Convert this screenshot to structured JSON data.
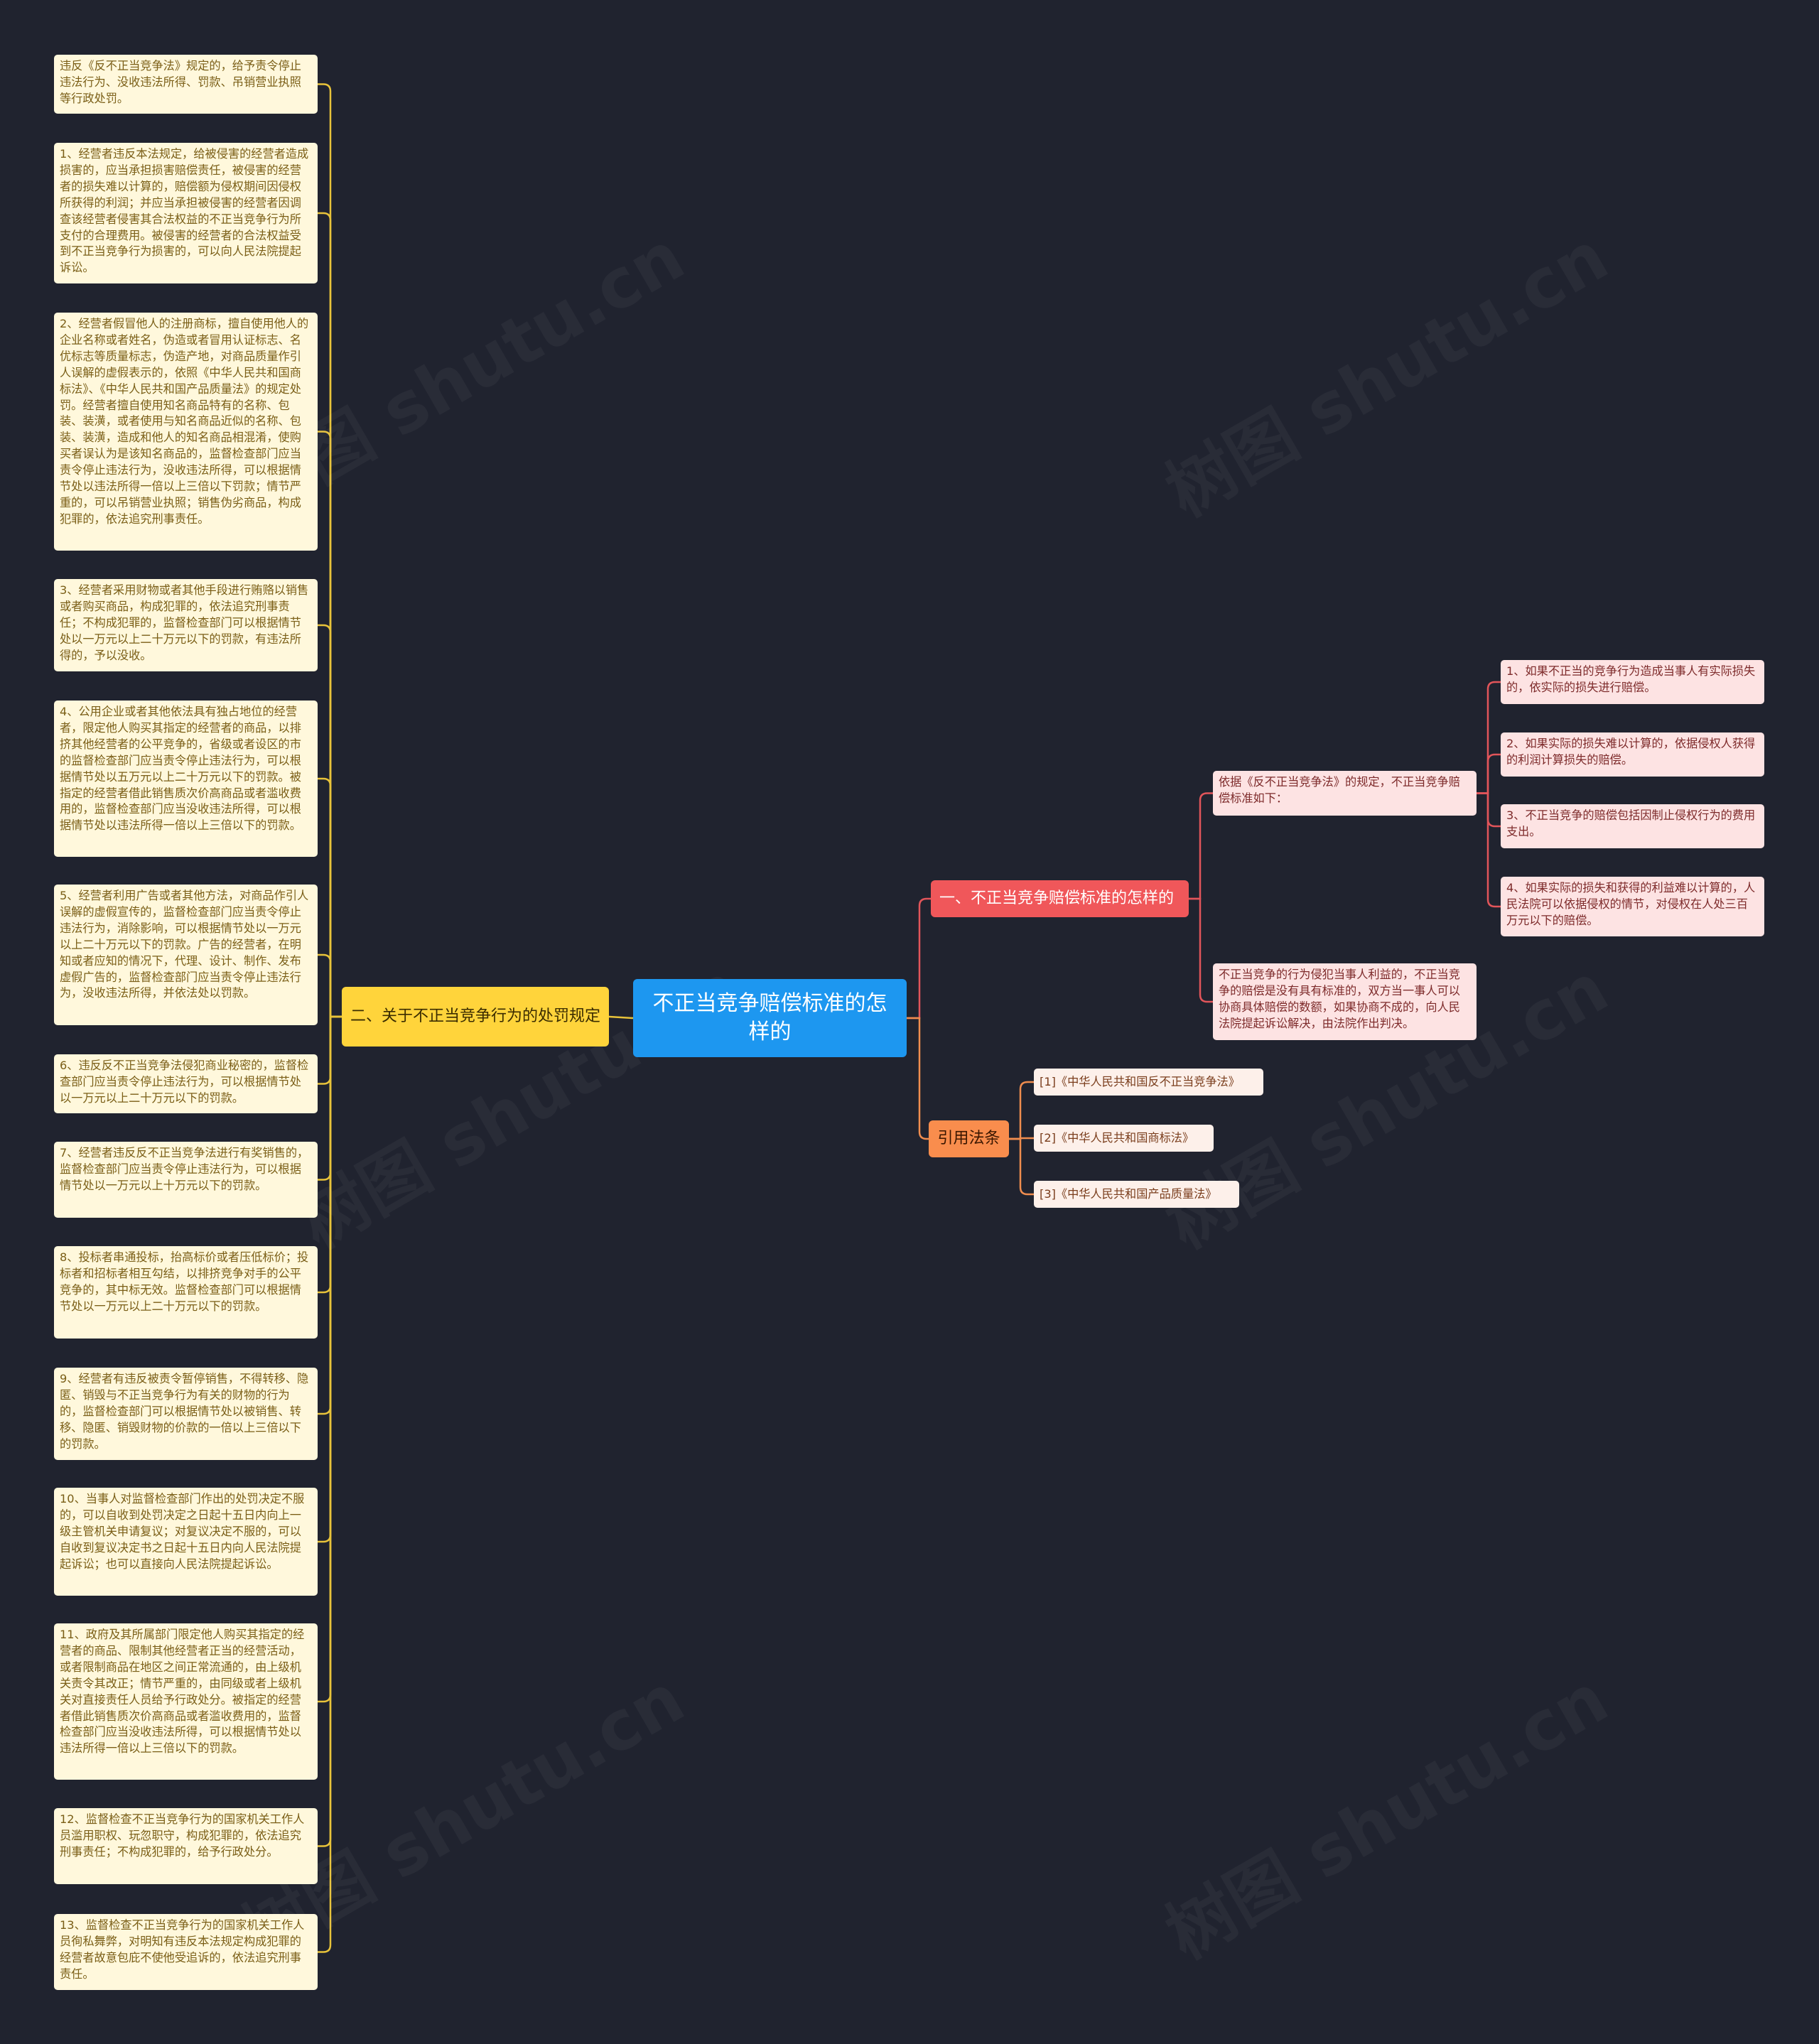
{
  "watermark": "树图 shutu.cn",
  "colors": {
    "background": "#20232f",
    "root": "#1d97f0",
    "branch_left": "#ffd43b",
    "branch_red": "#f0575a",
    "branch_orange": "#f98d4d",
    "leaf_yellow": "#fff8dc",
    "leaf_pink": "#fde3e3",
    "leaf_peach": "#fdf0ea",
    "line_yellow": "#e8c33a",
    "line_red": "#e2555a",
    "line_orange": "#f08d4f"
  },
  "root": {
    "label": "不正当竞争赔偿标准的怎样的"
  },
  "left_branch": {
    "label": "二、关于不正当竞争行为的处罚规定",
    "items": [
      "违反《反不正当竞争法》规定的，给予责令停止违法行为、没收违法所得、罚款、吊销营业执照等行政处罚。",
      "1、经营者违反本法规定，给被侵害的经营者造成损害的，应当承担损害赔偿责任，被侵害的经营者的损失难以计算的，赔偿额为侵权期间因侵权所获得的利润；并应当承担被侵害的经营者因调查该经营者侵害其合法权益的不正当竞争行为所支付的合理费用。被侵害的经营者的合法权益受到不正当竞争行为损害的，可以向人民法院提起诉讼。",
      "2、经营者假冒他人的注册商标，擅自使用他人的企业名称或者姓名，伪造或者冒用认证标志、名优标志等质量标志，伪造产地，对商品质量作引人误解的虚假表示的，依照《中华人民共和国商标法》、《中华人民共和国产品质量法》的规定处罚。经营者擅自使用知名商品特有的名称、包装、装潢，或者使用与知名商品近似的名称、包装、装潢，造成和他人的知名商品相混淆，使购买者误认为是该知名商品的，监督检查部门应当责令停止违法行为，没收违法所得，可以根据情节处以违法所得一倍以上三倍以下罚款；情节严重的，可以吊销营业执照；销售伪劣商品，构成犯罪的，依法追究刑事责任。",
      "3、经营者采用财物或者其他手段进行贿赂以销售或者购买商品，构成犯罪的，依法追究刑事责任；不构成犯罪的，监督检查部门可以根据情节处以一万元以上二十万元以下的罚款，有违法所得的，予以没收。",
      "4、公用企业或者其他依法具有独占地位的经营者，限定他人购买其指定的经营者的商品，以排挤其他经营者的公平竞争的，省级或者设区的市的监督检查部门应当责令停止违法行为，可以根据情节处以五万元以上二十万元以下的罚款。被指定的经营者借此销售质次价高商品或者滥收费用的，监督检查部门应当没收违法所得，可以根据情节处以违法所得一倍以上三倍以下的罚款。",
      "5、经营者利用广告或者其他方法，对商品作引人误解的虚假宣传的，监督检查部门应当责令停止违法行为，消除影响，可以根据情节处以一万元以上二十万元以下的罚款。广告的经营者，在明知或者应知的情况下，代理、设计、制作、发布虚假广告的，监督检查部门应当责令停止违法行为，没收违法所得，并依法处以罚款。",
      "6、违反反不正当竞争法侵犯商业秘密的，监督检查部门应当责令停止违法行为，可以根据情节处以一万元以上二十万元以下的罚款。",
      "7、经营者违反反不正当竞争法进行有奖销售的，监督检查部门应当责令停止违法行为，可以根据情节处以一万元以上十万元以下的罚款。",
      "8、投标者串通投标，抬高标价或者压低标价；投标者和招标者相互勾结，以排挤竞争对手的公平竞争的，其中标无效。监督检查部门可以根据情节处以一万元以上二十万元以下的罚款。",
      "9、经营者有违反被责令暂停销售，不得转移、隐匿、销毁与不正当竞争行为有关的财物的行为的，监督检查部门可以根据情节处以被销售、转移、隐匿、销毁财物的价款的一倍以上三倍以下的罚款。",
      "10、当事人对监督检查部门作出的处罚决定不服的，可以自收到处罚决定之日起十五日内向上一级主管机关申请复议；对复议决定不服的，可以自收到复议决定书之日起十五日内向人民法院提起诉讼；也可以直接向人民法院提起诉讼。",
      "11、政府及其所属部门限定他人购买其指定的经营者的商品、限制其他经营者正当的经营活动，或者限制商品在地区之间正常流通的，由上级机关责令其改正；情节严重的，由同级或者上级机关对直接责任人员给予行政处分。被指定的经营者借此销售质次价高商品或者滥收费用的，监督检查部门应当没收违法所得，可以根据情节处以违法所得一倍以上三倍以下的罚款。",
      "12、监督检查不正当竞争行为的国家机关工作人员滥用职权、玩忽职守，构成犯罪的，依法追究刑事责任；不构成犯罪的，给予行政处分。",
      "13、监督检查不正当竞争行为的国家机关工作人员徇私舞弊，对明知有违反本法规定构成犯罪的经营者故意包庇不使他受追诉的，依法追究刑事责任。"
    ]
  },
  "right_branch_1": {
    "label": "一、不正当竞争赔偿标准的怎样的",
    "sub_a": {
      "label": "依据《反不正当竞争法》的规定，不正当竞争赔偿标准如下：",
      "items": [
        "1、如果不正当的竞争行为造成当事人有实际损失的，依实际的损失进行赔偿。",
        "2、如果实际的损失难以计算的，依据侵权人获得的利润计算损失的赔偿。",
        "3、不正当竞争的赔偿包括因制止侵权行为的费用支出。",
        "4、如果实际的损失和获得的利益难以计算的，人民法院可以依据侵权的情节，对侵权在人处三百万元以下的赔偿。"
      ]
    },
    "sub_b": {
      "label": "不正当竞争的行为侵犯当事人利益的，不正当竞争的赔偿是没有具有标准的，双方当一事人可以协商具体赔偿的数额，如果协商不成的，向人民法院提起诉讼解决，由法院作出判决。"
    }
  },
  "right_branch_2": {
    "label": "引用法条",
    "items": [
      "[1]《中华人民共和国反不正当竞争法》",
      "[2]《中华人民共和国商标法》",
      "[3]《中华人民共和国产品质量法》"
    ]
  }
}
